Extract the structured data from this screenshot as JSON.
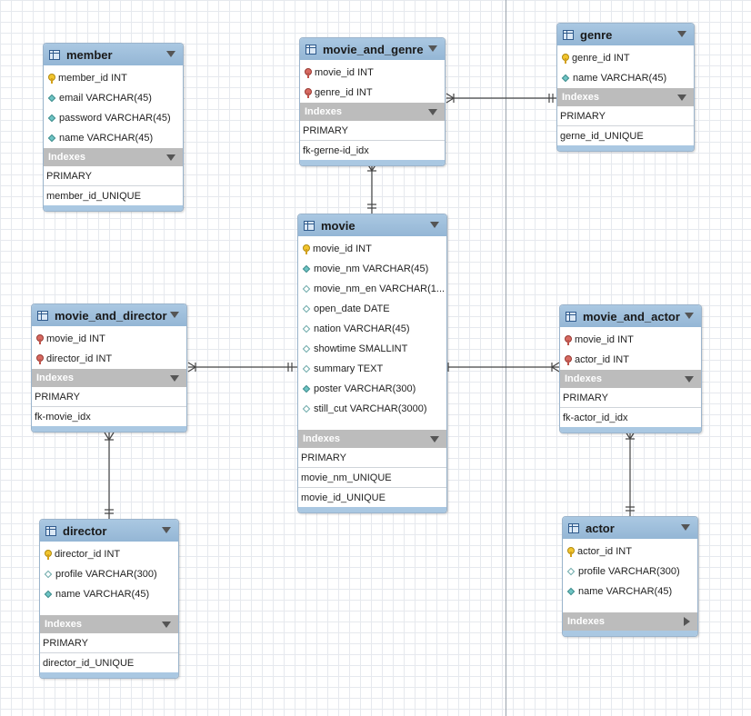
{
  "tables": [
    {
      "id": "member",
      "title": "member",
      "columns": [
        {
          "name": "member_id INT",
          "key": "pk"
        },
        {
          "name": "email VARCHAR(45)",
          "key": "filled"
        },
        {
          "name": "password VARCHAR(45)",
          "key": "filled"
        },
        {
          "name": "name VARCHAR(45)",
          "key": "filled"
        }
      ],
      "indexes_label": "Indexes",
      "indexes": [
        "PRIMARY",
        "member_id_UNIQUE"
      ],
      "indexes_collapsed": false
    },
    {
      "id": "movie_and_genre",
      "title": "movie_and_genre",
      "columns": [
        {
          "name": "movie_id INT",
          "key": "fk"
        },
        {
          "name": "genre_id INT",
          "key": "fk"
        }
      ],
      "indexes_label": "Indexes",
      "indexes": [
        "PRIMARY",
        "fk-gerne-id_idx"
      ],
      "indexes_collapsed": false
    },
    {
      "id": "genre",
      "title": "genre",
      "columns": [
        {
          "name": "genre_id INT",
          "key": "pk"
        },
        {
          "name": "name VARCHAR(45)",
          "key": "filled"
        }
      ],
      "indexes_label": "Indexes",
      "indexes": [
        "PRIMARY",
        "gerne_id_UNIQUE"
      ],
      "indexes_collapsed": false
    },
    {
      "id": "movie",
      "title": "movie",
      "columns": [
        {
          "name": "movie_id INT",
          "key": "pk"
        },
        {
          "name": "movie_nm VARCHAR(45)",
          "key": "filled"
        },
        {
          "name": "movie_nm_en VARCHAR(1...",
          "key": "hollow"
        },
        {
          "name": "open_date DATE",
          "key": "hollow"
        },
        {
          "name": "nation VARCHAR(45)",
          "key": "hollow"
        },
        {
          "name": "showtime SMALLINT",
          "key": "hollow"
        },
        {
          "name": "summary TEXT",
          "key": "hollow"
        },
        {
          "name": "poster VARCHAR(300)",
          "key": "filled"
        },
        {
          "name": "still_cut VARCHAR(3000)",
          "key": "hollow"
        }
      ],
      "indexes_label": "Indexes",
      "indexes": [
        "PRIMARY",
        "movie_nm_UNIQUE",
        "movie_id_UNIQUE"
      ],
      "indexes_collapsed": false
    },
    {
      "id": "movie_and_director",
      "title": "movie_and_director",
      "columns": [
        {
          "name": "movie_id INT",
          "key": "fk"
        },
        {
          "name": "director_id INT",
          "key": "fk"
        }
      ],
      "indexes_label": "Indexes",
      "indexes": [
        "PRIMARY",
        "fk-movie_idx"
      ],
      "indexes_collapsed": false
    },
    {
      "id": "movie_and_actor",
      "title": "movie_and_actor",
      "columns": [
        {
          "name": "movie_id INT",
          "key": "fk"
        },
        {
          "name": "actor_id INT",
          "key": "fk"
        }
      ],
      "indexes_label": "Indexes",
      "indexes": [
        "PRIMARY",
        "fk-actor_id_idx"
      ],
      "indexes_collapsed": false
    },
    {
      "id": "director",
      "title": "director",
      "columns": [
        {
          "name": "director_id INT",
          "key": "pk"
        },
        {
          "name": "profile VARCHAR(300)",
          "key": "hollow"
        },
        {
          "name": "name VARCHAR(45)",
          "key": "filled"
        }
      ],
      "indexes_label": "Indexes",
      "indexes": [
        "PRIMARY",
        "director_id_UNIQUE"
      ],
      "indexes_collapsed": false
    },
    {
      "id": "actor",
      "title": "actor",
      "columns": [
        {
          "name": "actor_id INT",
          "key": "pk"
        },
        {
          "name": "profile VARCHAR(300)",
          "key": "hollow"
        },
        {
          "name": "name VARCHAR(45)",
          "key": "filled"
        }
      ],
      "indexes_label": "Indexes",
      "indexes": [],
      "indexes_collapsed": true
    }
  ],
  "relationships": [
    {
      "from": "movie_and_genre",
      "to": "genre",
      "from_end": "many",
      "to_end": "one"
    },
    {
      "from": "movie_and_genre",
      "to": "movie",
      "from_end": "many",
      "to_end": "one"
    },
    {
      "from": "movie_and_director",
      "to": "movie",
      "from_end": "many",
      "to_end": "one"
    },
    {
      "from": "movie_and_director",
      "to": "director",
      "from_end": "many",
      "to_end": "one"
    },
    {
      "from": "movie_and_actor",
      "to": "movie",
      "from_end": "many",
      "to_end": "one"
    },
    {
      "from": "movie_and_actor",
      "to": "actor",
      "from_end": "many",
      "to_end": "one"
    }
  ]
}
